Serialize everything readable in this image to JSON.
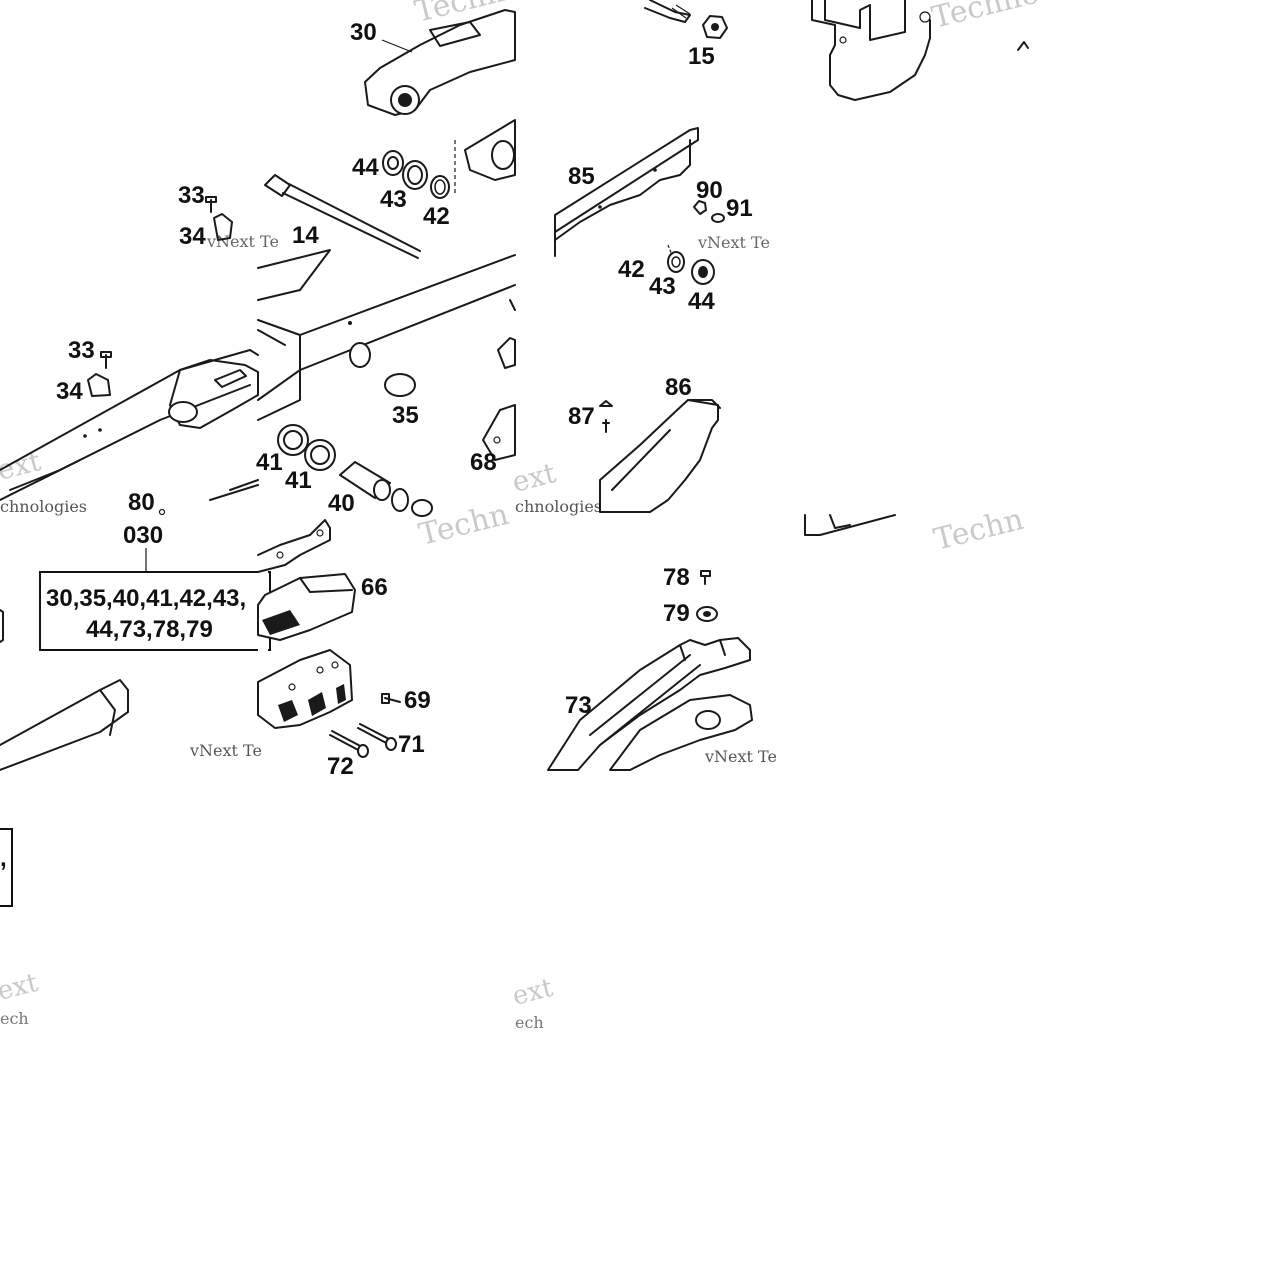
{
  "diagram": {
    "callouts": [
      {
        "id": "c30",
        "text": "30"
      },
      {
        "id": "c15",
        "text": "15"
      },
      {
        "id": "c44a",
        "text": "44"
      },
      {
        "id": "c43a",
        "text": "43"
      },
      {
        "id": "c42a",
        "text": "42"
      },
      {
        "id": "c33a",
        "text": "33"
      },
      {
        "id": "c34a",
        "text": "34"
      },
      {
        "id": "c14",
        "text": "14"
      },
      {
        "id": "c85",
        "text": "85"
      },
      {
        "id": "c90",
        "text": "90"
      },
      {
        "id": "c91",
        "text": "91"
      },
      {
        "id": "c42b",
        "text": "42"
      },
      {
        "id": "c43b",
        "text": "43"
      },
      {
        "id": "c44b",
        "text": "44"
      },
      {
        "id": "c33b",
        "text": "33"
      },
      {
        "id": "c34b",
        "text": "34"
      },
      {
        "id": "c35",
        "text": "35"
      },
      {
        "id": "c86",
        "text": "86"
      },
      {
        "id": "c87",
        "text": "87"
      },
      {
        "id": "c41a",
        "text": "41"
      },
      {
        "id": "c41b",
        "text": "41"
      },
      {
        "id": "c68",
        "text": "68"
      },
      {
        "id": "c40",
        "text": "40"
      },
      {
        "id": "c80",
        "text": "80"
      },
      {
        "id": "c030",
        "text": "030"
      },
      {
        "id": "c66",
        "text": "66"
      },
      {
        "id": "c78",
        "text": "78"
      },
      {
        "id": "c79",
        "text": "79"
      },
      {
        "id": "c69",
        "text": "69"
      },
      {
        "id": "c73",
        "text": "73"
      },
      {
        "id": "c71",
        "text": "71"
      },
      {
        "id": "c72",
        "text": "72"
      }
    ],
    "kit_box": {
      "line1": "30,35,40,41,42,43,",
      "line2": "44,73,78,79"
    },
    "edge_box_text": ",",
    "watermarks": {
      "brand": "vNext Technologies",
      "fragments": [
        "Techno",
        "vNext Te",
        "chnologies",
        "ext",
        "ech",
        "hnologies",
        "Techn",
        "ogies"
      ]
    }
  }
}
